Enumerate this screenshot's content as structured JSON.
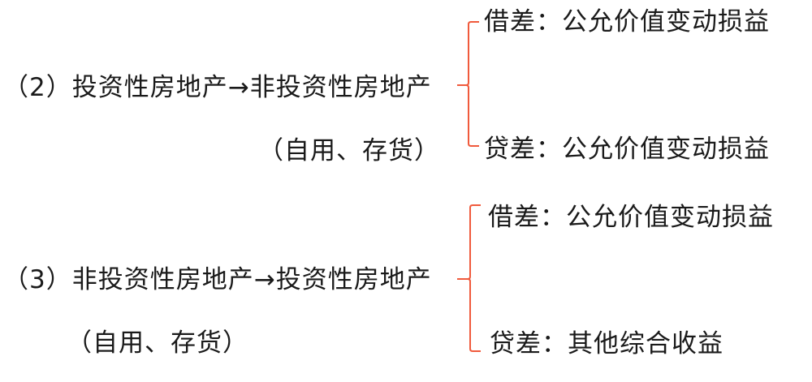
{
  "colors": {
    "text": "#1a1a1a",
    "brace": "#f05a3c",
    "background": "#ffffff"
  },
  "section2": {
    "main": "（2）投资性房地产→非投资性房地产",
    "note": "（自用、存货）",
    "branches": [
      {
        "label": "借差：公允价值变动损益"
      },
      {
        "label": "贷差：公允价值变动损益"
      }
    ]
  },
  "section3": {
    "main": "（3）非投资性房地产→投资性房地产",
    "note": "（自用、存货）",
    "branches": [
      {
        "label": "借差：公允价值变动损益"
      },
      {
        "label": "贷差：其他综合收益"
      }
    ]
  }
}
